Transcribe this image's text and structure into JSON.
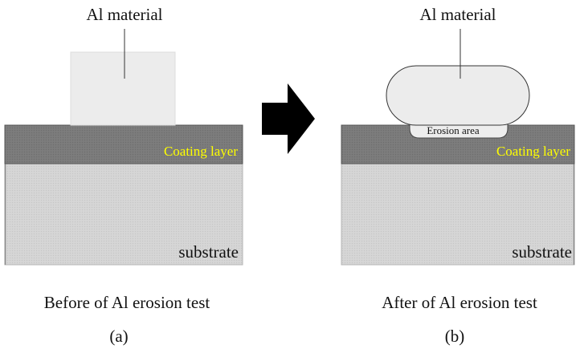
{
  "left_panel": {
    "material_label": "Al material",
    "coating_label": "Coating layer",
    "substrate_label": "substrate",
    "caption": "Before of Al erosion test",
    "sublabel": "(a)"
  },
  "right_panel": {
    "material_label": "Al material",
    "erosion_label": "Erosion area",
    "coating_label": "Coating layer",
    "substrate_label": "substrate",
    "caption": "After of Al erosion test",
    "sublabel": "(b)"
  },
  "colors": {
    "coating": "#7a7a7a",
    "substrate": "#d4d4d4",
    "material": "#ececec",
    "coating_text": "#ffff00",
    "arrow": "#000000"
  },
  "icons": {
    "arrow": "right-arrow-icon"
  }
}
